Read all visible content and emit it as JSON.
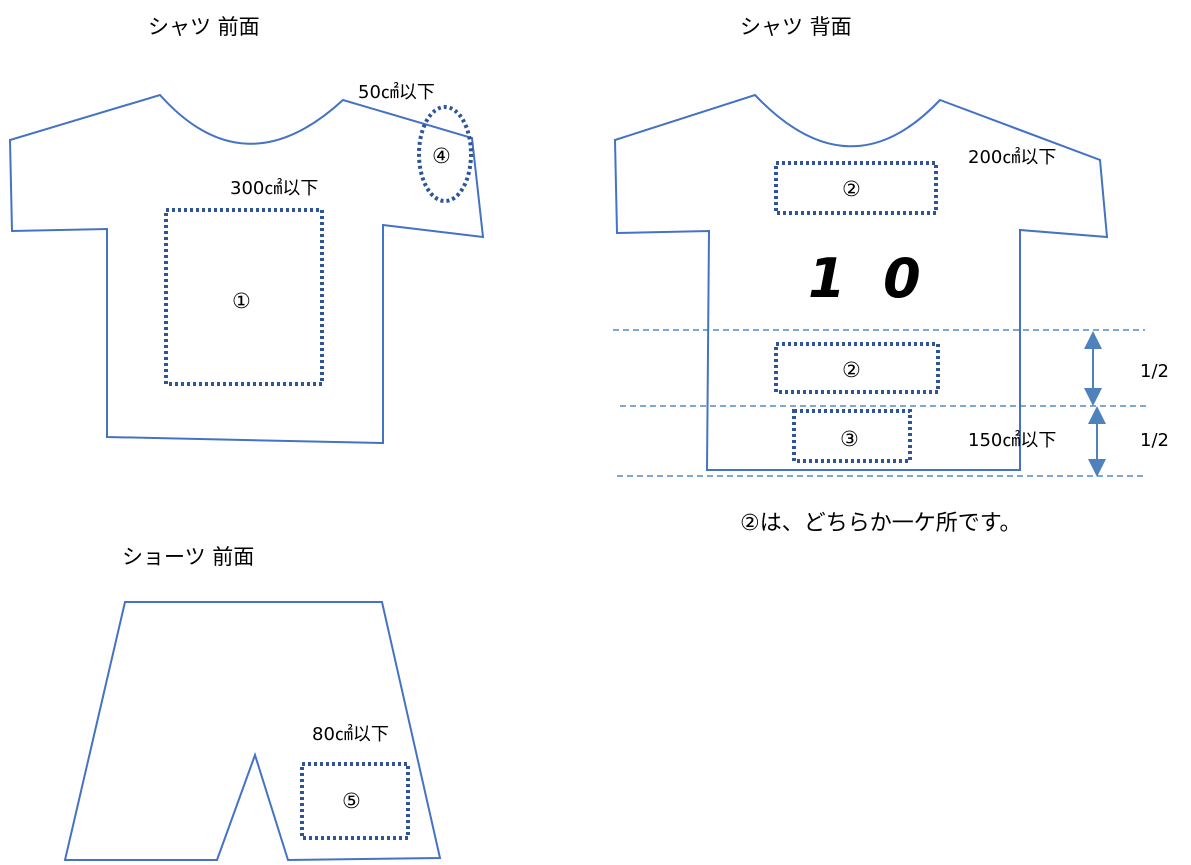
{
  "colors": {
    "outline": "#4472C4",
    "dotted": "#2F5597",
    "guide": "#2E75B6",
    "arrow": "#4F81BD",
    "text": "#000000"
  },
  "shirt_front": {
    "title": "シャツ  前面",
    "zones": [
      {
        "id": "①",
        "limit": "300㎠以下"
      },
      {
        "id": "④",
        "limit": "50㎠以下"
      }
    ]
  },
  "shirt_back": {
    "title": "シャツ  背面",
    "number": "1  0",
    "zones": [
      {
        "id": "②",
        "limit": "200㎠以下"
      },
      {
        "id": "②",
        "limit": ""
      },
      {
        "id": "③",
        "limit": "150㎠以下"
      }
    ],
    "ratios": [
      "1/2",
      "1/2"
    ],
    "note": "②は、どちらか一ケ所です。"
  },
  "shorts_front": {
    "title": "ショーツ  前面",
    "zones": [
      {
        "id": "⑤",
        "limit": "80㎠以下"
      }
    ]
  }
}
